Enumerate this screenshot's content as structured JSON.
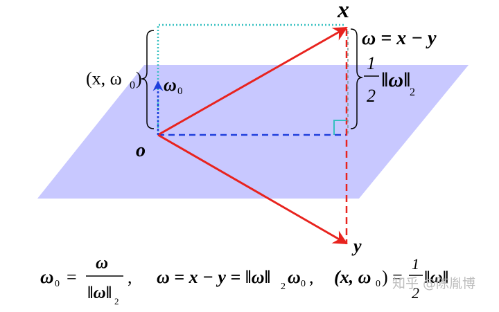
{
  "colors": {
    "plane": "#c8c8ff",
    "red": "#e8231e",
    "blue": "#1f3fdc",
    "teal": "#35c0c0",
    "ink": "#000000",
    "watermark": "#bdbdbd"
  },
  "labels": {
    "origin": "o",
    "x_vec": "x",
    "y_vec": "y",
    "omega_eq": "ω = x − y",
    "half_num": "1",
    "half_den": "2",
    "norm_omega": "‖ω‖",
    "sub2": "2",
    "proj_open": "(x, ω",
    "proj_sub": "0",
    "proj_close": ")",
    "omega0": "ω",
    "omega0_sub": "0"
  },
  "formula": {
    "f1_lhs": "ω",
    "f1_sub": "0",
    "f1_eq": "=",
    "f1_num": "ω",
    "f1_den": "‖ω‖",
    "f1_den_sub": "2",
    "comma1": ",",
    "f2": "ω = x − y = ‖ω‖",
    "f2_sub": "2",
    "f2_tail": "ω",
    "f2_tail_sub": "0",
    "comma2": ",",
    "f3_lhs": "(x, ω",
    "f3_sub": "0",
    "f3_close": ") =",
    "f3_num": "1",
    "f3_den": "2",
    "f3_norm": "‖ω‖"
  },
  "watermark": "知乎 @陈胤博"
}
